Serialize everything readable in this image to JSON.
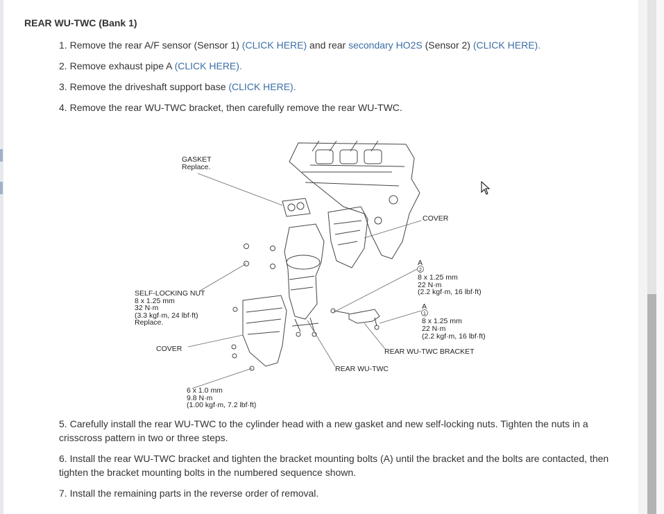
{
  "section_title": "REAR WU-TWC (Bank 1)",
  "steps": [
    {
      "num": "1.",
      "t1": "Remove the rear A/F sensor (Sensor 1)",
      "l1": "(CLICK HERE)",
      "t2": "and rear",
      "l2": "secondary HO2S",
      "t3": "(Sensor 2)",
      "l3": "(CLICK HERE)",
      "t4": "."
    },
    {
      "num": "2.",
      "t1": "Remove exhaust pipe A",
      "l1": "(CLICK HERE)",
      "t2": "."
    },
    {
      "num": "3.",
      "t1": "Remove the driveshaft support base",
      "l1": "(CLICK HERE)",
      "t2": "."
    },
    {
      "num": "4.",
      "text": "Remove the rear WU-TWC bracket, then carefully remove the rear WU-TWC."
    },
    {
      "num": "5.",
      "line1": "Carefully install the rear WU-TWC to the cylinder head with a new gasket and new self-locking nuts. Tighten the nuts in a",
      "line2": "crisscross pattern in two or three steps."
    },
    {
      "num": "6.",
      "line1": "Install the rear WU-TWC bracket and tighten the bracket mounting bolts (A) until the bracket and the bolts are contacted, then",
      "line2": "tighten the bracket mounting bolts in the numbered sequence shown."
    },
    {
      "num": "7.",
      "text": "Install the remaining parts in the reverse order of removal."
    }
  ],
  "diagram": {
    "gasket": {
      "name": "GASKET",
      "note": "Replace."
    },
    "cover_right": "COVER",
    "bolt_a2": {
      "letter": "A",
      "seq": "2",
      "size": "8 x 1.25 mm",
      "torque": "22 N·m",
      "alt": "(2.2 kgf·m, 16 lbf·ft)"
    },
    "bolt_a1": {
      "letter": "A",
      "seq": "1",
      "size": "8 x 1.25 mm",
      "torque": "22 N·m",
      "alt": "(2.2 kgf·m, 16 lbf·ft)"
    },
    "nut": {
      "name": "SELF-LOCKING NUT",
      "size": "8 x 1.25 mm",
      "torque": "32 N·m",
      "alt": "(3.3 kgf·m, 24 lbf·ft)",
      "note": "Replace."
    },
    "cover_left": "COVER",
    "bracket": "REAR WU-TWC BRACKET",
    "twc": "REAR WU-TWC",
    "bolt_small": {
      "size": "6 x 1.0 mm",
      "torque": "9.8 N·m",
      "alt": "(1.00 kgf·m, 7.2 lbf·ft)"
    }
  }
}
